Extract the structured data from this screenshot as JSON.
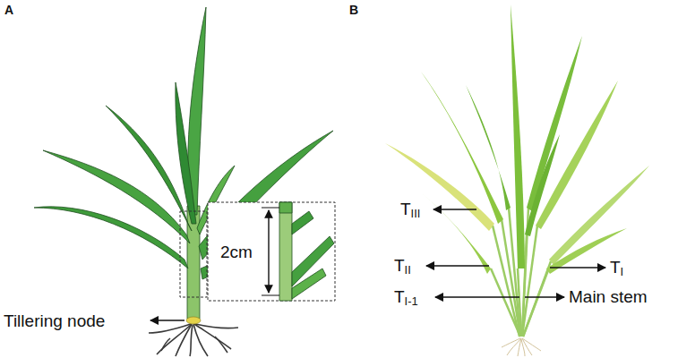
{
  "diagram": {
    "labels": [
      "A",
      "Tillering node",
      "2cm",
      "B",
      "TIII",
      "TII",
      "TI",
      "TI-1",
      "Main stem"
    ]
  }
}
